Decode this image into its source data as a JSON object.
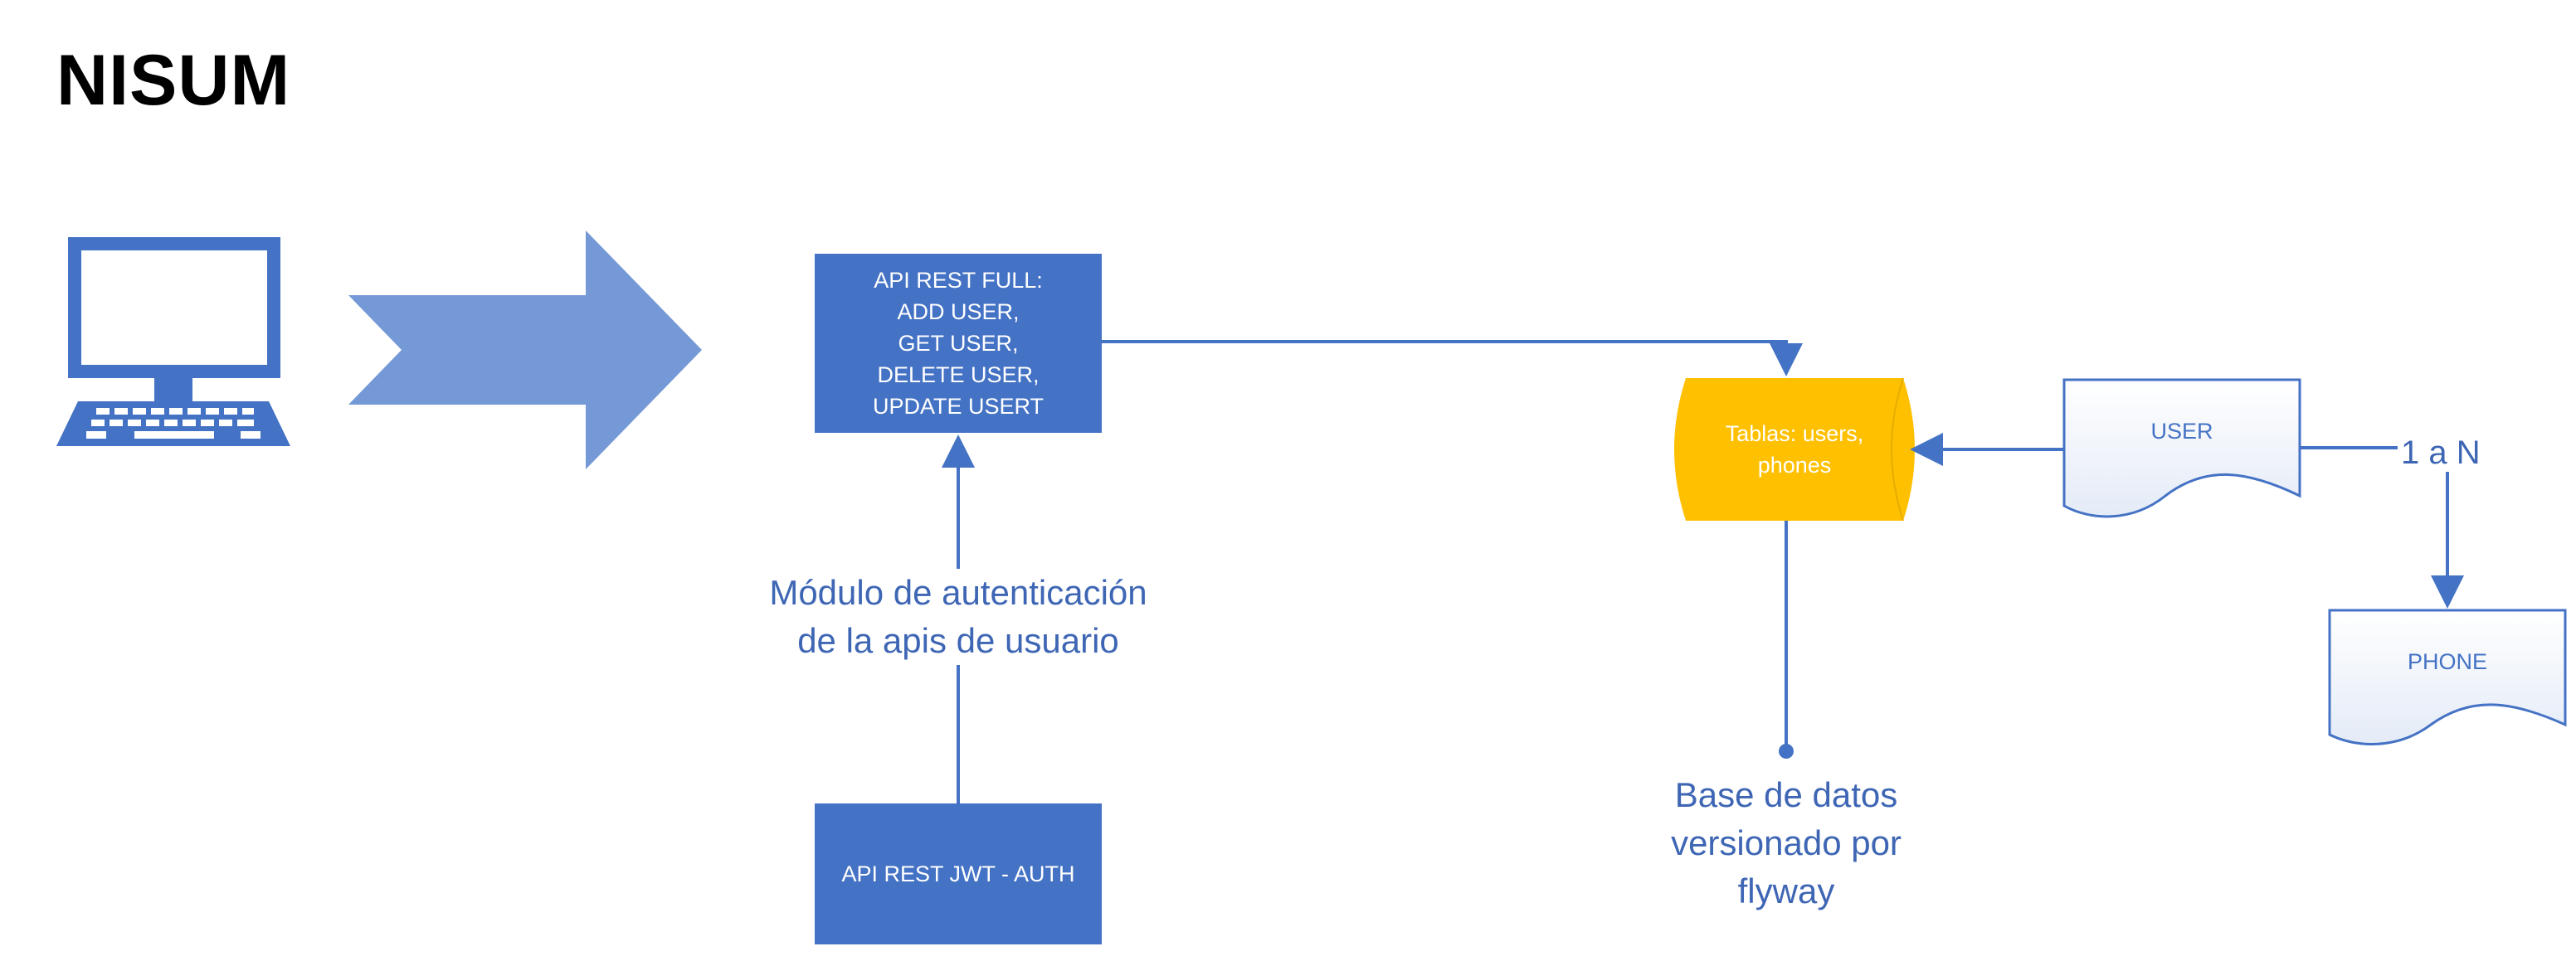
{
  "title": "NISUM",
  "api_rest_full": {
    "lines": [
      "API REST FULL:",
      "ADD USER,",
      "GET USER,",
      "DELETE USER,",
      "UPDATE USERT"
    ]
  },
  "auth_module_label": {
    "lines": [
      "Módulo de autenticación",
      "de la apis de usuario"
    ]
  },
  "api_rest_jwt": {
    "label": "API REST JWT - AUTH"
  },
  "database": {
    "lines": [
      "Tablas: users,",
      "phones"
    ]
  },
  "database_note": {
    "lines": [
      "Base de datos",
      "versionado por",
      "flyway"
    ]
  },
  "user_doc": {
    "label": "USER"
  },
  "phone_doc": {
    "label": "PHONE"
  },
  "relation_label": "1 a N",
  "colors": {
    "box_blue": "#4472c4",
    "arrow_blue": "#7599d6",
    "db_gold": "#ffc000",
    "line_blue": "#4472c4",
    "doc_fill": "#f3f6fc"
  },
  "icons": {
    "computer": "desktop-computer-icon",
    "flow_arrow": "chevron-arrow-icon"
  }
}
